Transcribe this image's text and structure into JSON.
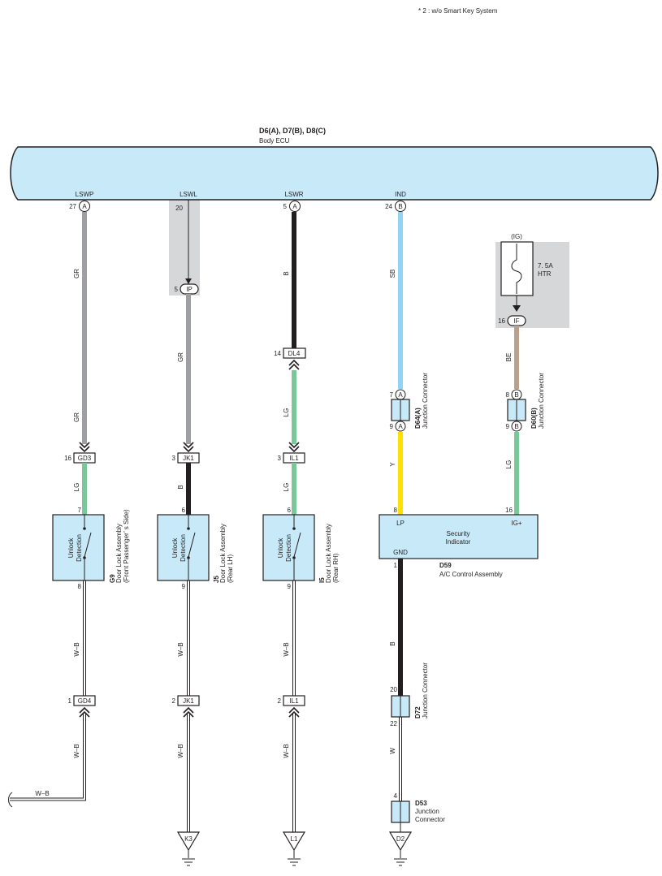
{
  "note": "* 2 : w/o Smart Key System",
  "ecu": {
    "codes": "D6(A), D7(B), D8(C)",
    "name": "Body ECU"
  },
  "terminals": {
    "lswp": {
      "name": "LSWP",
      "pin": "27",
      "conn": "A"
    },
    "lswl": {
      "name": "LSWL",
      "pin": "20"
    },
    "lswr": {
      "name": "LSWR",
      "pin": "5",
      "conn": "A"
    },
    "ind": {
      "name": "IND",
      "pin": "24",
      "conn": "B"
    }
  },
  "wires": {
    "gr": "GR",
    "b": "B",
    "sb": "SB",
    "be": "BE",
    "lg": "LG",
    "y": "Y",
    "wb": "W–B",
    "w": "W"
  },
  "connectors": {
    "ip": {
      "pin": "5",
      "label": "IP"
    },
    "dl4": {
      "pin": "14",
      "label": "DL4"
    },
    "if": {
      "pin": "16",
      "label": "IF"
    },
    "gd3": {
      "pin": "16",
      "label": "GD3"
    },
    "jk1a": {
      "pin": "3",
      "label": "JK1"
    },
    "il1a": {
      "pin": "3",
      "label": "IL1"
    },
    "gd4": {
      "pin": "1",
      "label": "GD4"
    },
    "jk1b": {
      "pin": "2",
      "label": "JK1"
    },
    "il1b": {
      "pin": "2",
      "label": "IL1"
    }
  },
  "fuse": {
    "group": "(IG)",
    "rating": "7. 5A",
    "name": "HTR"
  },
  "junctions": {
    "d64": {
      "code": "D64(A)",
      "name": "Junction Connector",
      "pin_top": "7",
      "pin_bottom": "9",
      "conn": "A"
    },
    "d60": {
      "code": "D60(B)",
      "name": "Junction Connector",
      "pin_top": "8",
      "pin_bottom": "9",
      "conn": "B"
    },
    "d72": {
      "code": "D72",
      "name": "Junction Connector",
      "pin_top": "20",
      "pin_bottom": "22"
    },
    "d53": {
      "code": "D53",
      "name": "Junction",
      "name2": "Connector",
      "pin_top": "4"
    }
  },
  "switches": {
    "g9": {
      "line1": "Unlock",
      "line2": "Detection",
      "code": "G9",
      "name": "Door Lock Assembly",
      "sub": "(Front Passenger’ s Side)",
      "pin_top": "7",
      "pin_bottom": "8"
    },
    "j5": {
      "line1": "Unlock",
      "line2": "Detection",
      "code": "J5",
      "name": "Door Lock Assembly",
      "sub": "(Rear LH)",
      "pin_top": "6",
      "pin_bottom": "9"
    },
    "i5": {
      "line1": "Unlock",
      "line2": "Detection",
      "code": "I5",
      "name": "Door Lock Assembly",
      "sub": "(Rear RH)",
      "pin_top": "6",
      "pin_bottom": "9"
    }
  },
  "ac": {
    "code": "D59",
    "name": "A/C Control Assembly",
    "lp": "LP",
    "igp": "IG+",
    "gnd": "GND",
    "indicator1": "Security",
    "indicator2": "Indicator",
    "pin_lp": "8",
    "pin_ig": "16",
    "pin_gnd": "1"
  },
  "grounds": {
    "k3": "K3",
    "l1": "L1",
    "d2": "D2"
  },
  "colors": {
    "ecu_fill": "#c8e9f8",
    "gray": "#9d9fa2",
    "black": "#231f20",
    "skyblue": "#92d4f3",
    "lightgreen": "#7ac79a",
    "yellow": "#ffe100",
    "beige": "#b9a28c",
    "shade": "#d6d7d8"
  }
}
